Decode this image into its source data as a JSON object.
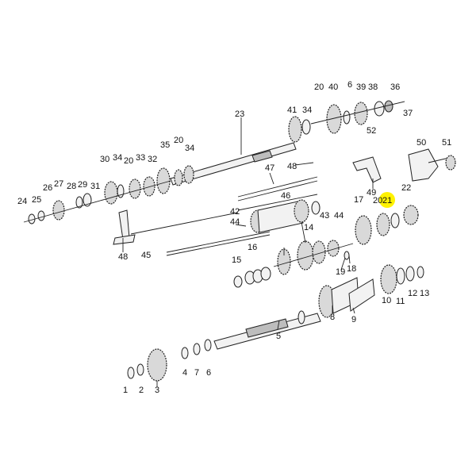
{
  "highlight_color": "#fff200",
  "highlighted_callout": "21",
  "callouts": {
    "c20a": "20",
    "c40": "40",
    "c6": "6",
    "c39": "39",
    "c38": "38",
    "c36": "36",
    "c41": "41",
    "c34a": "34",
    "c37": "37",
    "c52": "52",
    "c23": "23",
    "c50": "50",
    "c51": "51",
    "c35": "35",
    "c20b": "20",
    "c34b": "34",
    "c30": "30",
    "c34c": "34",
    "c20c": "20",
    "c33": "33",
    "c32": "32",
    "c47": "47",
    "c48a": "48",
    "c26": "26",
    "c27": "27",
    "c28": "28",
    "c29": "29",
    "c31": "31",
    "c24": "24",
    "c25": "25",
    "c46": "46",
    "c49": "49",
    "c17": "17",
    "c20d": "20",
    "c21": "21",
    "c22": "22",
    "c42": "42",
    "c44a": "44",
    "c43": "43",
    "c44b": "44",
    "c14": "14",
    "c48b": "48",
    "c45": "45",
    "c16": "16",
    "c15": "15",
    "c18": "18",
    "c19": "19",
    "c10": "10",
    "c11": "11",
    "c12": "12",
    "c13": "13",
    "c8": "8",
    "c9": "9",
    "c5": "5",
    "c4": "4",
    "c7": "7",
    "c6b": "6",
    "c1": "1",
    "c2": "2",
    "c3": "3"
  }
}
